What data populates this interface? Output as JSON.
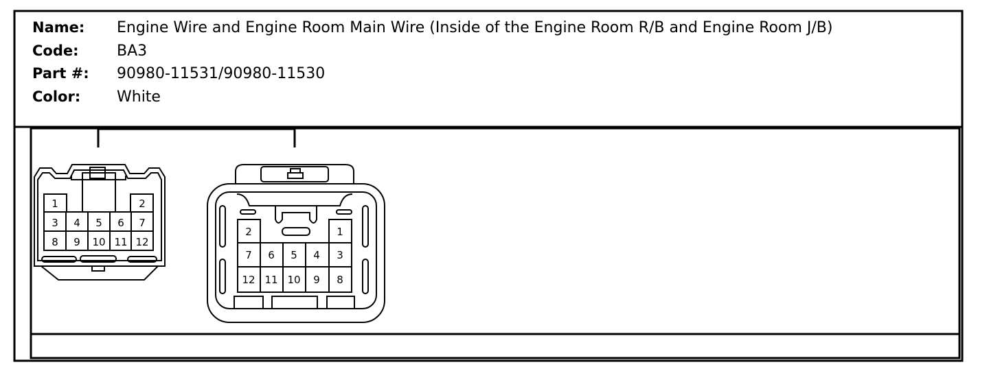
{
  "info": {
    "name_label": "Name:",
    "name_value": "Engine Wire and Engine Room Main Wire (Inside of the Engine Room R/B and Engine Room J/B)",
    "code_label": "Code:",
    "code_value": "BA3",
    "part_label": "Part #:",
    "part_value": "90980-11531/90980-11530",
    "color_label": "Color:",
    "color_value": "White"
  },
  "connector_left": {
    "row1": [
      "1",
      "2"
    ],
    "row2": [
      "3",
      "4",
      "5",
      "6",
      "7"
    ],
    "row3": [
      "8",
      "9",
      "10",
      "11",
      "12"
    ]
  },
  "connector_right": {
    "row1": [
      "2",
      "1"
    ],
    "row2": [
      "7",
      "6",
      "5",
      "4",
      "3"
    ],
    "row3": [
      "12",
      "11",
      "10",
      "9",
      "8"
    ]
  }
}
